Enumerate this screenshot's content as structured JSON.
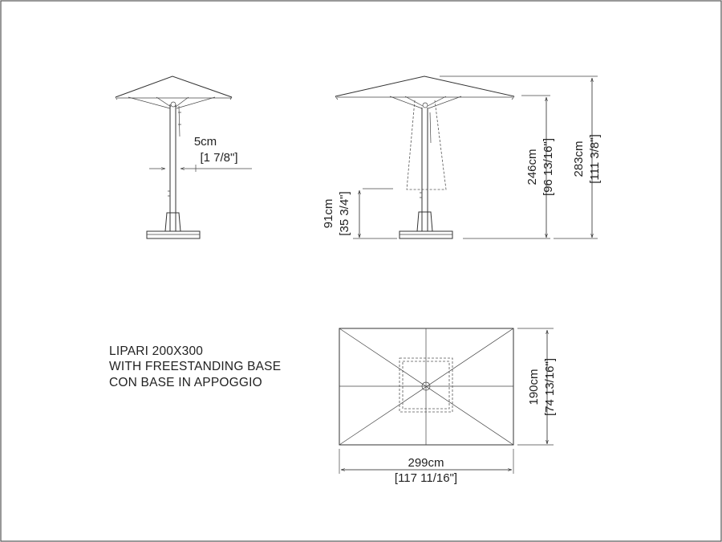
{
  "model": {
    "line1": "LIPARI 200X300",
    "line2": "WITH FREESTANDING BASE",
    "line3": "CON BASE IN APPOGGIO"
  },
  "dimensions": {
    "pole_diameter": {
      "metric": "5cm",
      "imperial": "[1 7/8\"]"
    },
    "base_height": {
      "metric": "91cm",
      "imperial": "[35 3/4\"]"
    },
    "clear_height": {
      "metric": "246cm",
      "imperial": "[96 13/16\"]"
    },
    "total_height": {
      "metric": "283cm",
      "imperial": "[111 3/8\"]"
    },
    "canopy_depth": {
      "metric": "190cm",
      "imperial": "[74 13/16\"]"
    },
    "canopy_width": {
      "metric": "299cm",
      "imperial": "[117 11/16\"]"
    }
  },
  "colors": {
    "line": "#333333",
    "background": "#ffffff",
    "border": "#444444"
  }
}
